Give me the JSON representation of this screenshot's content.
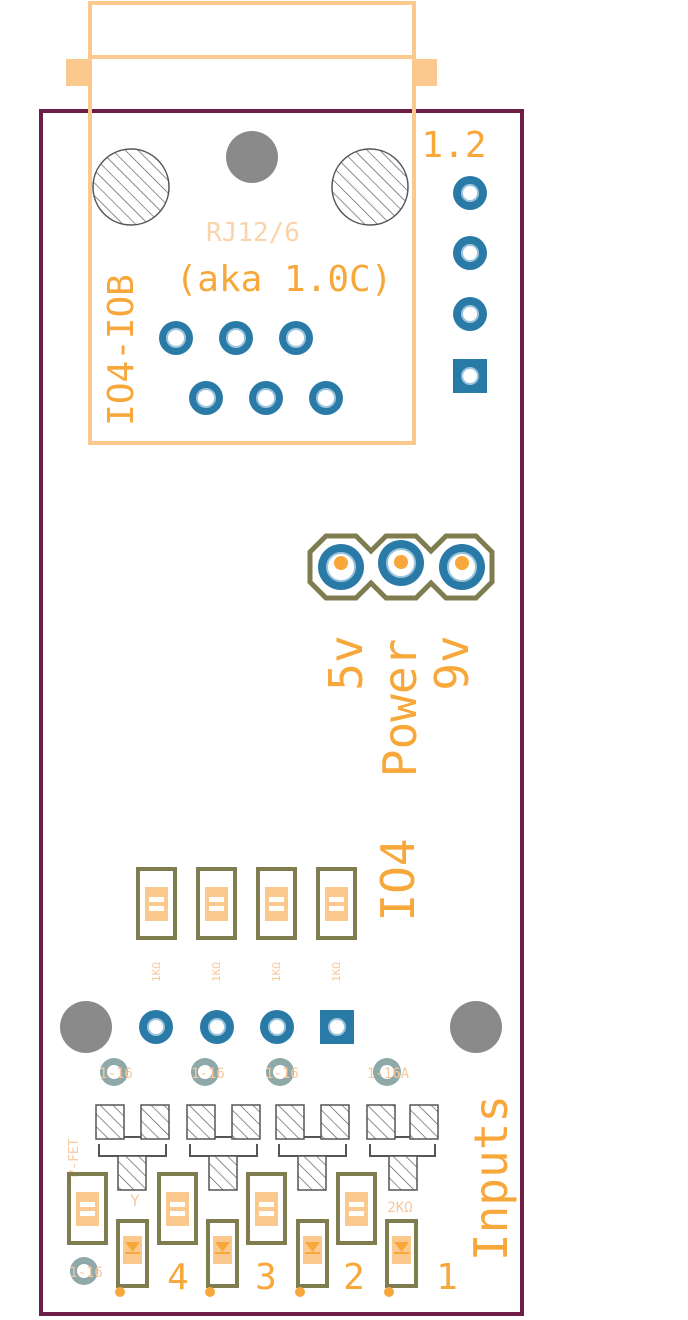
{
  "colors": {
    "background": "#ffffff",
    "board_outline": "#6d1d46",
    "silkscreen": "#f8a73a",
    "rj12_outline": "#fbc98e",
    "rj12_label": "#fbd3aa",
    "copper_pad": "#2a7aa8",
    "pad_ring": "#9cc4dc",
    "footprint_outline": "#7f7d50",
    "hole": "#8a8a8a",
    "hatch": "#555555",
    "via": "#8fa8a8",
    "smd_pad": "#fbc98e",
    "faint_label": "#f6c89c"
  },
  "labels": {
    "version": "1.2",
    "connector_type": "RJ12/6",
    "aka": "(aka 1.0C)",
    "board_name": "IO4-IOB",
    "power_5v": "5v",
    "power_title": "Power",
    "power_9v": "9v",
    "io4": "IO4",
    "inputs": "Inputs",
    "input_numbers": [
      "4",
      "3",
      "2",
      "1"
    ],
    "resistor_values": [
      "1KΩ",
      "1KΩ",
      "1KΩ",
      "1KΩ"
    ],
    "via_labels": [
      "1-16",
      "1-16",
      "1-16",
      "1-16A",
      "1-16"
    ],
    "fet_label": "P-FET",
    "y_label": "Y",
    "resistor_2k": "2KΩ"
  }
}
